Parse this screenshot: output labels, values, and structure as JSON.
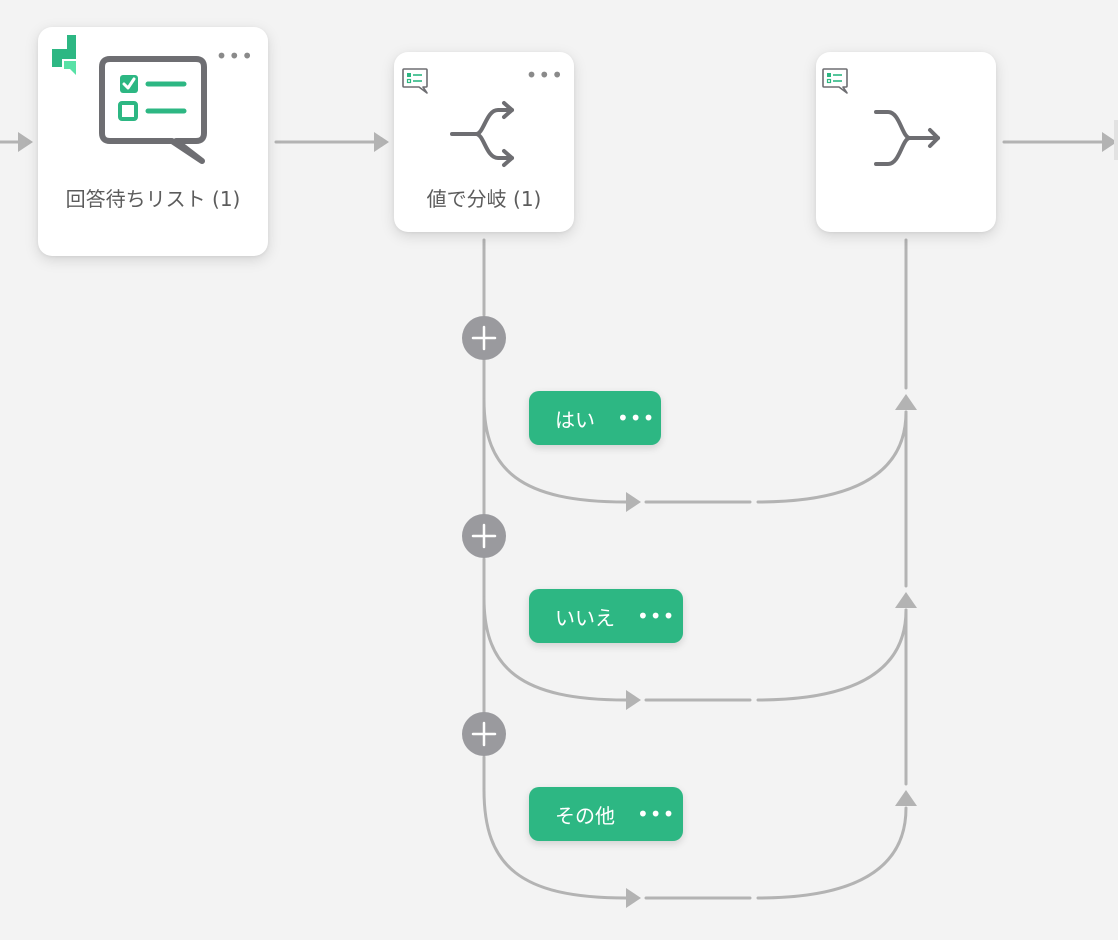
{
  "nodes": {
    "wait_list": {
      "label": "回答待ちリスト (1)",
      "menu": "•••"
    },
    "branch_by_value": {
      "label": "値で分岐 (1)",
      "menu": "•••"
    },
    "merge": {
      "label": ""
    }
  },
  "branches": [
    {
      "label": "はい",
      "menu": "•••"
    },
    {
      "label": "いいえ",
      "menu": "•••"
    },
    {
      "label": "その他",
      "menu": "•••"
    }
  ],
  "colors": {
    "background": "#f3f3f3",
    "accent_green": "#2db783",
    "connector": "#b3b3b3",
    "icon_gray": "#6e6e72",
    "add_button": "#9a9a9e"
  },
  "icons": {
    "app_logo": "app-logo-icon",
    "checklist_bubble": "checklist-bubble-icon",
    "branch": "branch-split-icon",
    "merge": "merge-icon",
    "add": "plus-icon",
    "form_badge": "form-badge-icon"
  }
}
